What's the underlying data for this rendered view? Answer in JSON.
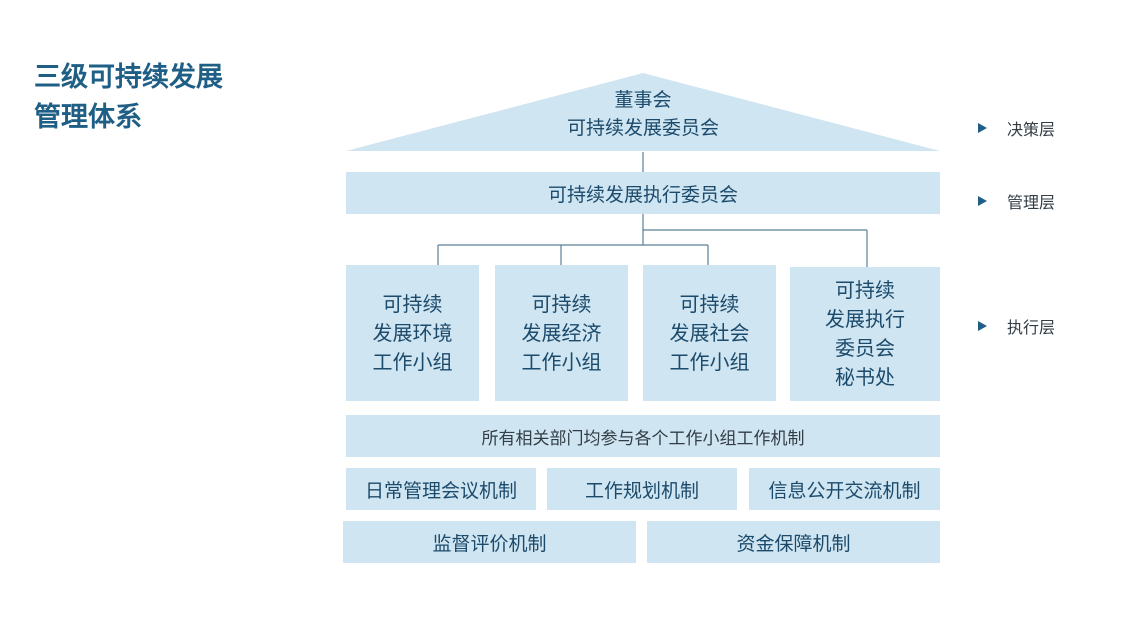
{
  "title": {
    "line1": "三级可持续发展",
    "line2": "管理体系"
  },
  "decision": {
    "line1": "董事会",
    "line2": "可持续发展委员会"
  },
  "management": {
    "label": "可持续发展执行委员会"
  },
  "groups": [
    {
      "lines": [
        "可持续",
        "发展环境",
        "工作小组"
      ]
    },
    {
      "lines": [
        "可持续",
        "发展经济",
        "工作小组"
      ]
    },
    {
      "lines": [
        "可持续",
        "发展社会",
        "工作小组"
      ]
    },
    {
      "lines": [
        "可持续",
        "发展执行",
        "委员会",
        "秘书处"
      ]
    }
  ],
  "participation": {
    "label": "所有相关部门均参与各个工作小组工作机制"
  },
  "mechanisms_row1": [
    "日常管理会议机制",
    "工作规划机制",
    "信息公开交流机制"
  ],
  "mechanisms_row2": [
    "监督评价机制",
    "资金保障机制"
  ],
  "layers": [
    "决策层",
    "管理层",
    "执行层"
  ],
  "colors": {
    "title": "#1f5f86",
    "box_fill": "#cfe5f1",
    "box_text": "#1c4a6b",
    "line": "#5a7f95"
  }
}
